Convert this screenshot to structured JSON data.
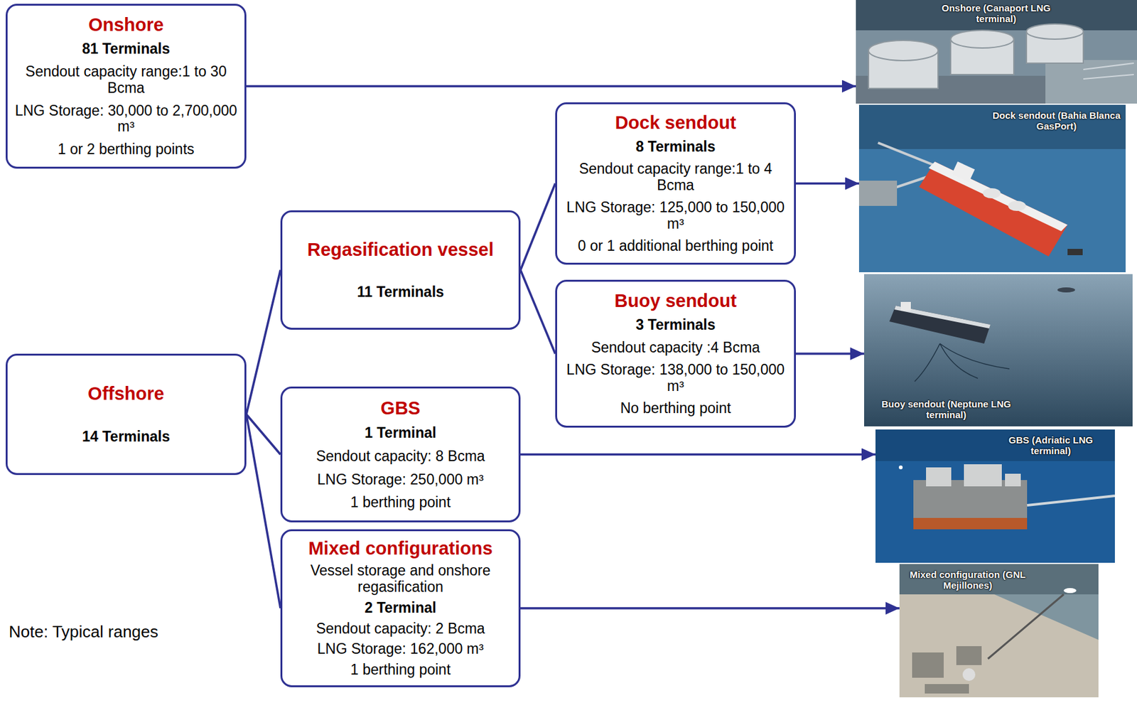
{
  "diagram": {
    "nodes": [
      {
        "text": [
          "Onshore",
          "81 Terminals",
          "Sendout capacity range:1 to 30 Bcma",
          "LNG Storage: 30,000 to 2,700,000 m³",
          "1 or 2 berthing points"
        ]
      },
      {
        "text": [
          "Offshore",
          "14 Terminals"
        ]
      },
      {
        "text": [
          "Regasification vessel",
          "11 Terminals"
        ]
      },
      {
        "text": [
          "Dock sendout",
          "8 Terminals",
          "Sendout capacity range:1 to 4 Bcma",
          "LNG Storage: 125,000 to 150,000 m³",
          "0 or 1 additional berthing point"
        ]
      },
      {
        "text": [
          "Buoy sendout",
          "3 Terminals",
          "Sendout capacity :4 Bcma",
          "LNG Storage: 138,000 to 150,000 m³",
          "No berthing point"
        ]
      },
      {
        "text": [
          "GBS",
          "1 Terminal",
          "Sendout capacity: 8 Bcma",
          "LNG Storage: 250,000 m³",
          "1 berthing point"
        ]
      },
      {
        "text": [
          "Mixed configurations",
          "Vessel storage and onshore regasification",
          "2 Terminal",
          "Sendout capacity: 2 Bcma",
          "LNG Storage: 162,000 m³",
          "1 berthing point"
        ]
      },
      {
        "text": [
          "Onshore (Canaport LNG terminal)"
        ]
      },
      {
        "text": [
          "Dock sendout (Bahia Blanca GasPort)"
        ]
      },
      {
        "text": [
          "Buoy sendout (Neptune LNG terminal)"
        ]
      },
      {
        "text": [
          "GBS (Adriatic LNG terminal)"
        ]
      },
      {
        "text": [
          "Mixed configuration (GNL Mejillones)"
        ]
      }
    ],
    "edges": [
      {
        "from": 0,
        "to": 7,
        "arrow": "to"
      },
      {
        "from": 1,
        "to": 2,
        "arrow": "none"
      },
      {
        "from": 1,
        "to": 5,
        "arrow": "none"
      },
      {
        "from": 1,
        "to": 6,
        "arrow": "none"
      },
      {
        "from": 2,
        "to": 3,
        "arrow": "none"
      },
      {
        "from": 2,
        "to": 4,
        "arrow": "none"
      },
      {
        "from": 3,
        "to": 8,
        "arrow": "to"
      },
      {
        "from": 4,
        "to": 9,
        "arrow": "to"
      },
      {
        "from": 5,
        "to": 10,
        "arrow": "to"
      },
      {
        "from": 6,
        "to": 11,
        "arrow": "to"
      }
    ],
    "labels": [
      "Note: Typical ranges"
    ]
  }
}
